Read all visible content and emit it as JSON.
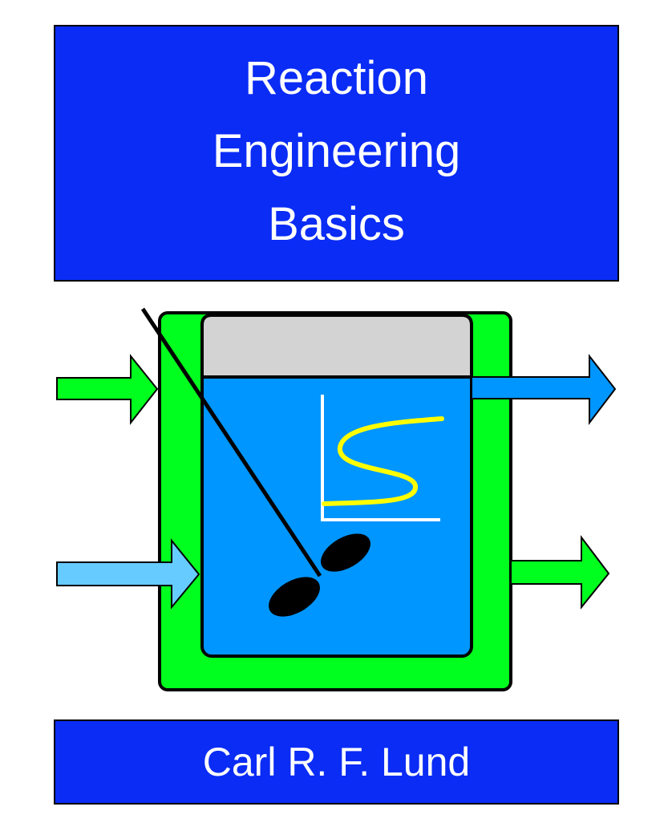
{
  "cover": {
    "title_lines": [
      "Reaction",
      "Engineering",
      "Basics"
    ],
    "author": "Carl R. F. Lund"
  },
  "colors": {
    "title_background": "#0a2cf5",
    "jacket": "#00ff1e",
    "liquid": "#0096ff",
    "headspace": "#d3d3d3",
    "inlet_arrow_light": "#66ccff",
    "curve": "#ffff00",
    "axes": "#ffffff",
    "impeller": "#000000"
  },
  "icons": [
    "stirred-tank-reactor-icon",
    "impeller-icon",
    "s-curve-graph-icon"
  ]
}
